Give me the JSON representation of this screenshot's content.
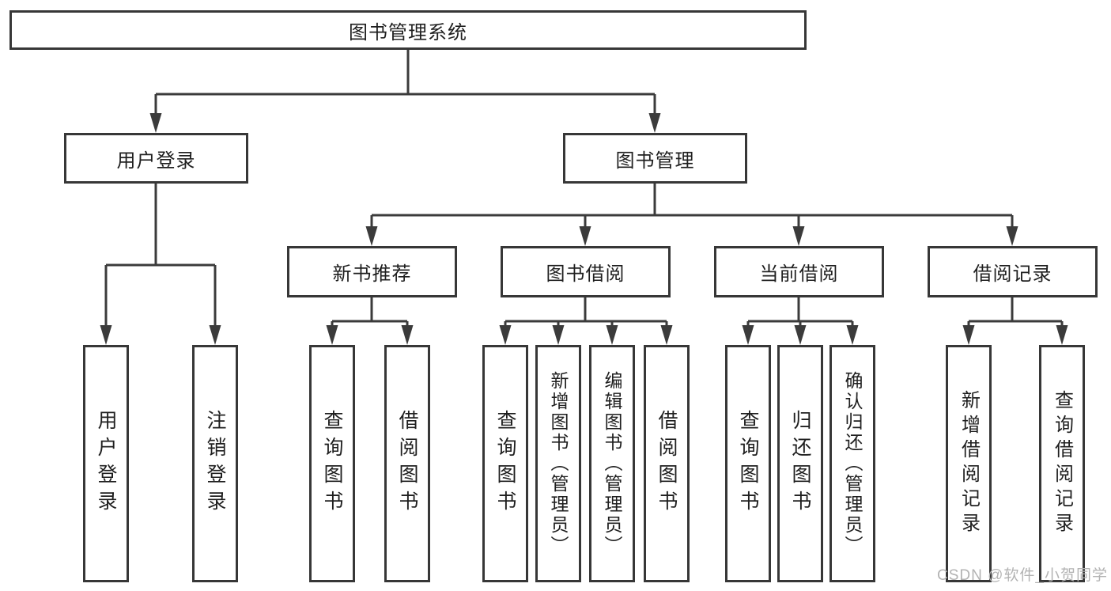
{
  "diagram": {
    "title": "图书管理系统",
    "root": {
      "label": "图书管理系统"
    },
    "level2": [
      {
        "id": "user-login",
        "label": "用户登录"
      },
      {
        "id": "book-management",
        "label": "图书管理"
      }
    ],
    "level3": [
      {
        "id": "new-book-recommend",
        "label": "新书推荐",
        "parent": "图书管理"
      },
      {
        "id": "book-borrow",
        "label": "图书借阅",
        "parent": "图书管理"
      },
      {
        "id": "current-borrow",
        "label": "当前借阅",
        "parent": "图书管理"
      },
      {
        "id": "borrow-records",
        "label": "借阅记录",
        "parent": "图书管理"
      }
    ],
    "leaves": [
      "用户登录",
      "注销登录",
      "查询图书",
      "借阅图书",
      "查询图书",
      "新增图书（管理员）",
      "编辑图书（管理员）",
      "借阅图书",
      "查询图书",
      "归还图书",
      "确认归还（管理员）",
      "新增借阅记录",
      "查询借阅记录"
    ],
    "leaf_parents": {
      "用户登录": [
        "用户登录",
        "注销登录"
      ],
      "新书推荐": [
        "查询图书",
        "借阅图书"
      ],
      "图书借阅": [
        "查询图书",
        "新增图书（管理员）",
        "编辑图书（管理员）",
        "借阅图书"
      ],
      "当前借阅": [
        "查询图书",
        "归还图书",
        "确认归还（管理员）"
      ],
      "借阅记录": [
        "新增借阅记录",
        "查询借阅记录"
      ]
    }
  },
  "watermark": {
    "text": "CSDN @软件_小贺同学"
  },
  "colors": {
    "background": "#ffffff",
    "line": "#3b3b3b",
    "box_border": "#373737",
    "text": "#1f1f1f",
    "watermark": "#b3b3b3"
  }
}
